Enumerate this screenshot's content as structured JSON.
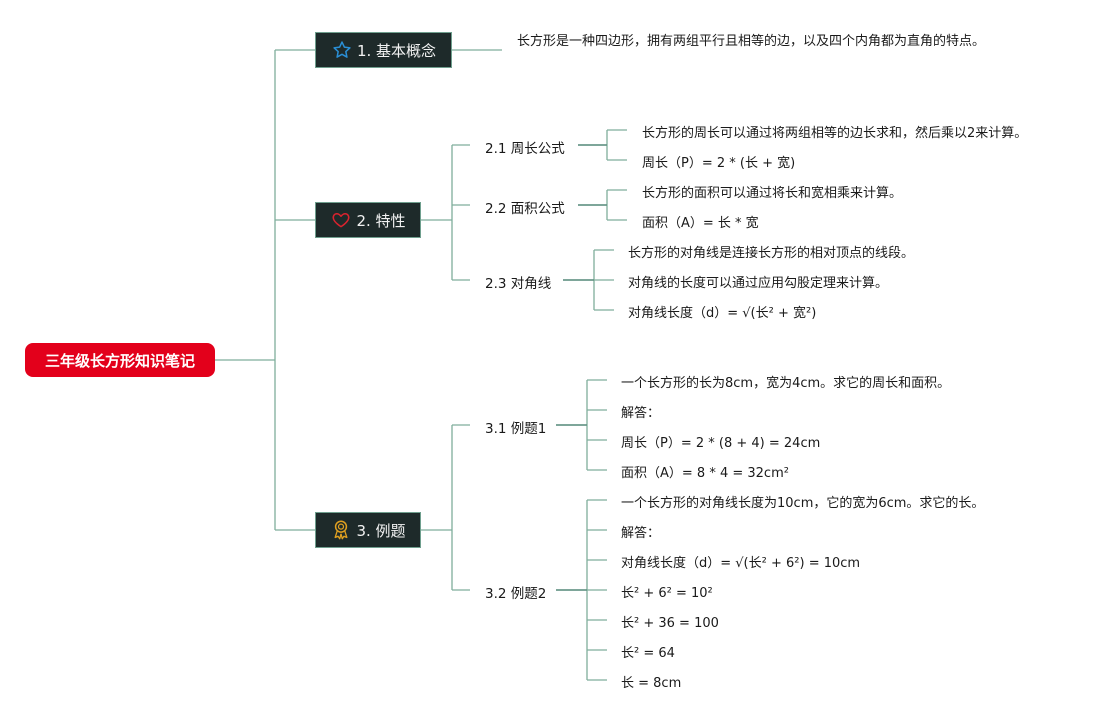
{
  "root": {
    "label": "三年级长方形知识笔记"
  },
  "branches": [
    {
      "label": "1. 基本概念",
      "icon": "star-icon",
      "text": "长方形是一种四边形，拥有两组平行且相等的边，以及四个内角都为直角的特点。"
    },
    {
      "label": "2. 特性",
      "icon": "heart-icon",
      "subs": [
        {
          "label": "2.1 周长公式",
          "items": [
            "长方形的周长可以通过将两组相等的边长求和，然后乘以2来计算。",
            "周长（P）= 2 * (长 + 宽)"
          ]
        },
        {
          "label": "2.2 面积公式",
          "items": [
            "长方形的面积可以通过将长和宽相乘来计算。",
            "面积（A）= 长 * 宽"
          ]
        },
        {
          "label": "2.3 对角线",
          "items": [
            "长方形的对角线是连接长方形的相对顶点的线段。",
            "对角线的长度可以通过应用勾股定理来计算。",
            "对角线长度（d）= √(长² + 宽²)"
          ]
        }
      ]
    },
    {
      "label": "3. 例题",
      "icon": "award-icon",
      "subs": [
        {
          "label": "3.1 例题1",
          "items": [
            "一个长方形的长为8cm，宽为4cm。求它的周长和面积。",
            "解答：",
            "周长（P）= 2 * (8 + 4) = 24cm",
            "面积（A）= 8 * 4 = 32cm²"
          ]
        },
        {
          "label": "3.2 例题2",
          "items": [
            "一个长方形的对角线长度为10cm，它的宽为6cm。求它的长。",
            "解答：",
            "对角线长度（d）= √(长² + 6²) = 10cm",
            "长² + 6² = 10²",
            "长² + 36 = 100",
            "长² = 64",
            "长 = 8cm"
          ]
        }
      ]
    }
  ],
  "colors": {
    "root": "#e3001b",
    "branch_bg": "#1e2a2a",
    "line": "#6f9f8e",
    "star": "#2a8fd6",
    "heart": "#d9232e",
    "award": "#e0a020"
  }
}
